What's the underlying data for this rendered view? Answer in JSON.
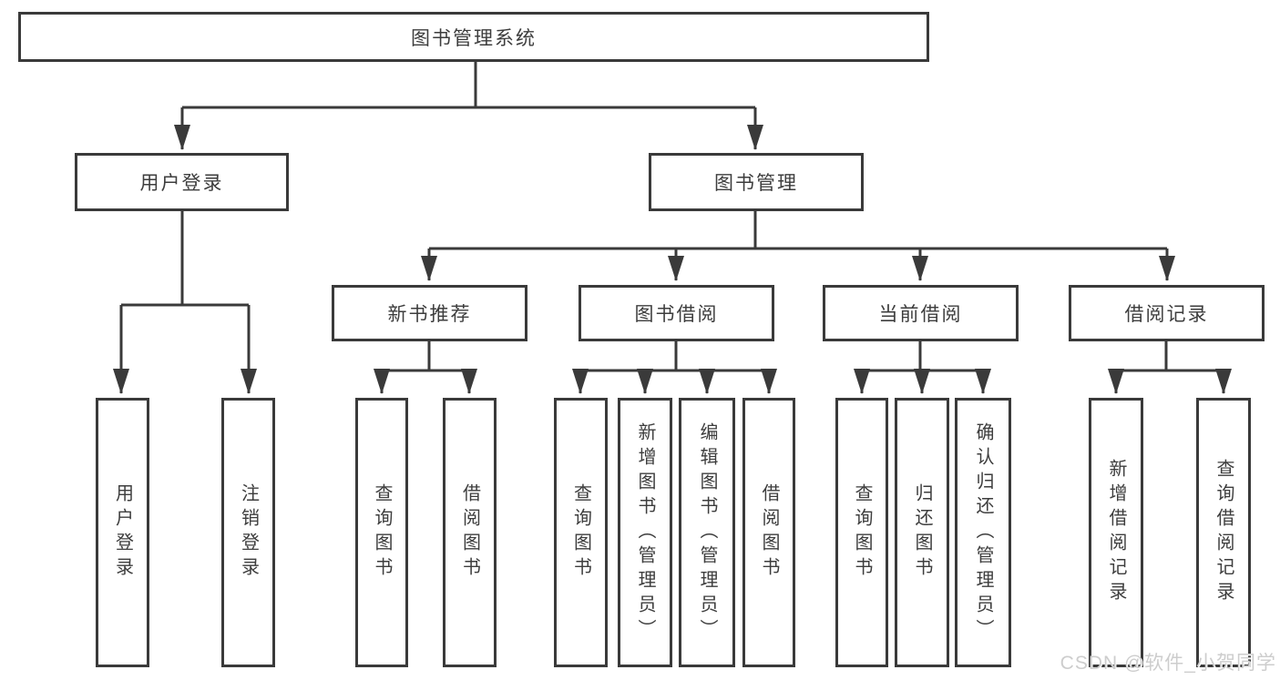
{
  "diagram": {
    "title": "图书管理系统",
    "branches": [
      {
        "label": "用户登录",
        "leaves": [
          "用户登录",
          "注销登录"
        ]
      },
      {
        "label": "图书管理",
        "sections": [
          {
            "label": "新书推荐",
            "leaves": [
              "查询图书",
              "借阅图书"
            ]
          },
          {
            "label": "图书借阅",
            "leaves": [
              "查询图书",
              "新增图书（管理员）",
              "编辑图书（管理员）",
              "借阅图书"
            ]
          },
          {
            "label": "当前借阅",
            "leaves": [
              "查询图书",
              "归还图书",
              "确认归还（管理员）"
            ]
          },
          {
            "label": "借阅记录",
            "leaves": [
              "新增借阅记录",
              "查询借阅记录"
            ]
          }
        ]
      }
    ]
  },
  "watermark": {
    "text": "CSDN @软件_小贺同学"
  },
  "colors": {
    "line": "#3a3a3a",
    "text": "#3d3d3d",
    "box_background": "#ffffff",
    "watermark_text": "#cdcdcd",
    "background": "#ffffff"
  }
}
